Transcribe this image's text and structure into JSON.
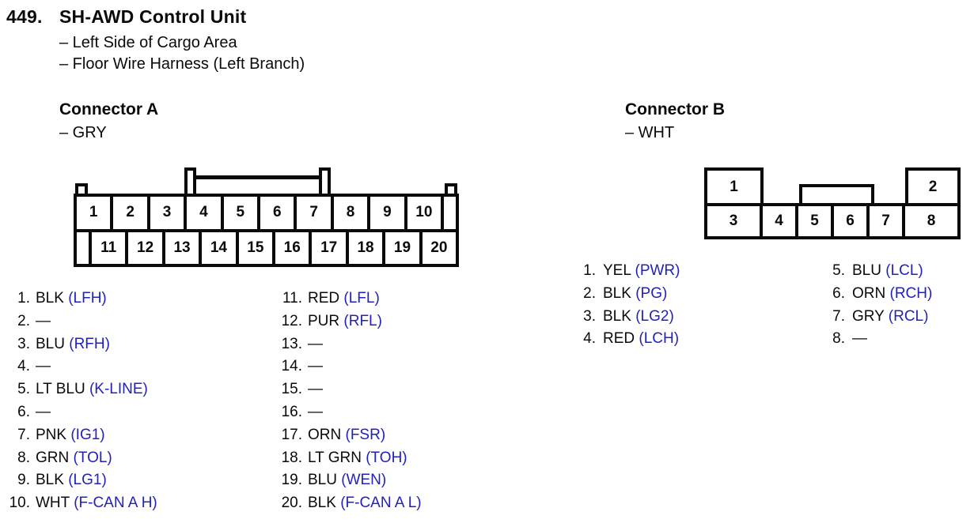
{
  "page": {
    "number": "449.",
    "title": "SH-AWD Control Unit",
    "location_lines": [
      "– Left Side of Cargo Area",
      "– Floor Wire Harness (Left Branch)"
    ]
  },
  "colors": {
    "ink": "#0a0a0a",
    "signal_text_blue": "#2222bb",
    "background": "#ffffff"
  },
  "connector_a": {
    "heading": "Connector A",
    "housing_color": "– GRY",
    "diagram": {
      "top_row": [
        "1",
        "2",
        "3",
        "4",
        "5",
        "6",
        "7",
        "8",
        "9",
        "10"
      ],
      "bottom_row": [
        "11",
        "12",
        "13",
        "14",
        "15",
        "16",
        "17",
        "18",
        "19",
        "20"
      ]
    },
    "pin_columns": [
      [
        {
          "num": "1.",
          "wire": "BLK",
          "signal": "(LFH)"
        },
        {
          "num": "2.",
          "wire": "—",
          "signal": ""
        },
        {
          "num": "3.",
          "wire": "BLU",
          "signal": "(RFH)"
        },
        {
          "num": "4.",
          "wire": "—",
          "signal": ""
        },
        {
          "num": "5.",
          "wire": "LT BLU",
          "signal": "(K-LINE)"
        },
        {
          "num": "6.",
          "wire": "—",
          "signal": ""
        },
        {
          "num": "7.",
          "wire": "PNK",
          "signal": "(IG1)"
        },
        {
          "num": "8.",
          "wire": "GRN",
          "signal": "(TOL)"
        },
        {
          "num": "9.",
          "wire": "BLK",
          "signal": "(LG1)"
        },
        {
          "num": "10.",
          "wire": "WHT",
          "signal": "(F-CAN A H)"
        }
      ],
      [
        {
          "num": "11.",
          "wire": "RED",
          "signal": "(LFL)"
        },
        {
          "num": "12.",
          "wire": "PUR",
          "signal": "(RFL)"
        },
        {
          "num": "13.",
          "wire": "—",
          "signal": ""
        },
        {
          "num": "14.",
          "wire": "—",
          "signal": ""
        },
        {
          "num": "15.",
          "wire": "—",
          "signal": ""
        },
        {
          "num": "16.",
          "wire": "—",
          "signal": ""
        },
        {
          "num": "17.",
          "wire": "ORN",
          "signal": "(FSR)"
        },
        {
          "num": "18.",
          "wire": "LT GRN",
          "signal": "(TOH)"
        },
        {
          "num": "19.",
          "wire": "BLU",
          "signal": "(WEN)"
        },
        {
          "num": "20.",
          "wire": "BLK",
          "signal": "(F-CAN A L)"
        }
      ]
    ]
  },
  "connector_b": {
    "heading": "Connector B",
    "housing_color": "– WHT",
    "diagram": {
      "top_cells": [
        "1",
        "2"
      ],
      "bottom_row": [
        "3",
        "4",
        "5",
        "6",
        "7",
        "8"
      ]
    },
    "pin_columns": [
      [
        {
          "num": "1.",
          "wire": "YEL",
          "signal": "(PWR)"
        },
        {
          "num": "2.",
          "wire": "BLK",
          "signal": "(PG)"
        },
        {
          "num": "3.",
          "wire": "BLK",
          "signal": "(LG2)"
        },
        {
          "num": "4.",
          "wire": "RED",
          "signal": "(LCH)"
        }
      ],
      [
        {
          "num": "5.",
          "wire": "BLU",
          "signal": "(LCL)"
        },
        {
          "num": "6.",
          "wire": "ORN",
          "signal": "(RCH)"
        },
        {
          "num": "7.",
          "wire": "GRY",
          "signal": "(RCL)"
        },
        {
          "num": "8.",
          "wire": "—",
          "signal": ""
        }
      ]
    ]
  }
}
